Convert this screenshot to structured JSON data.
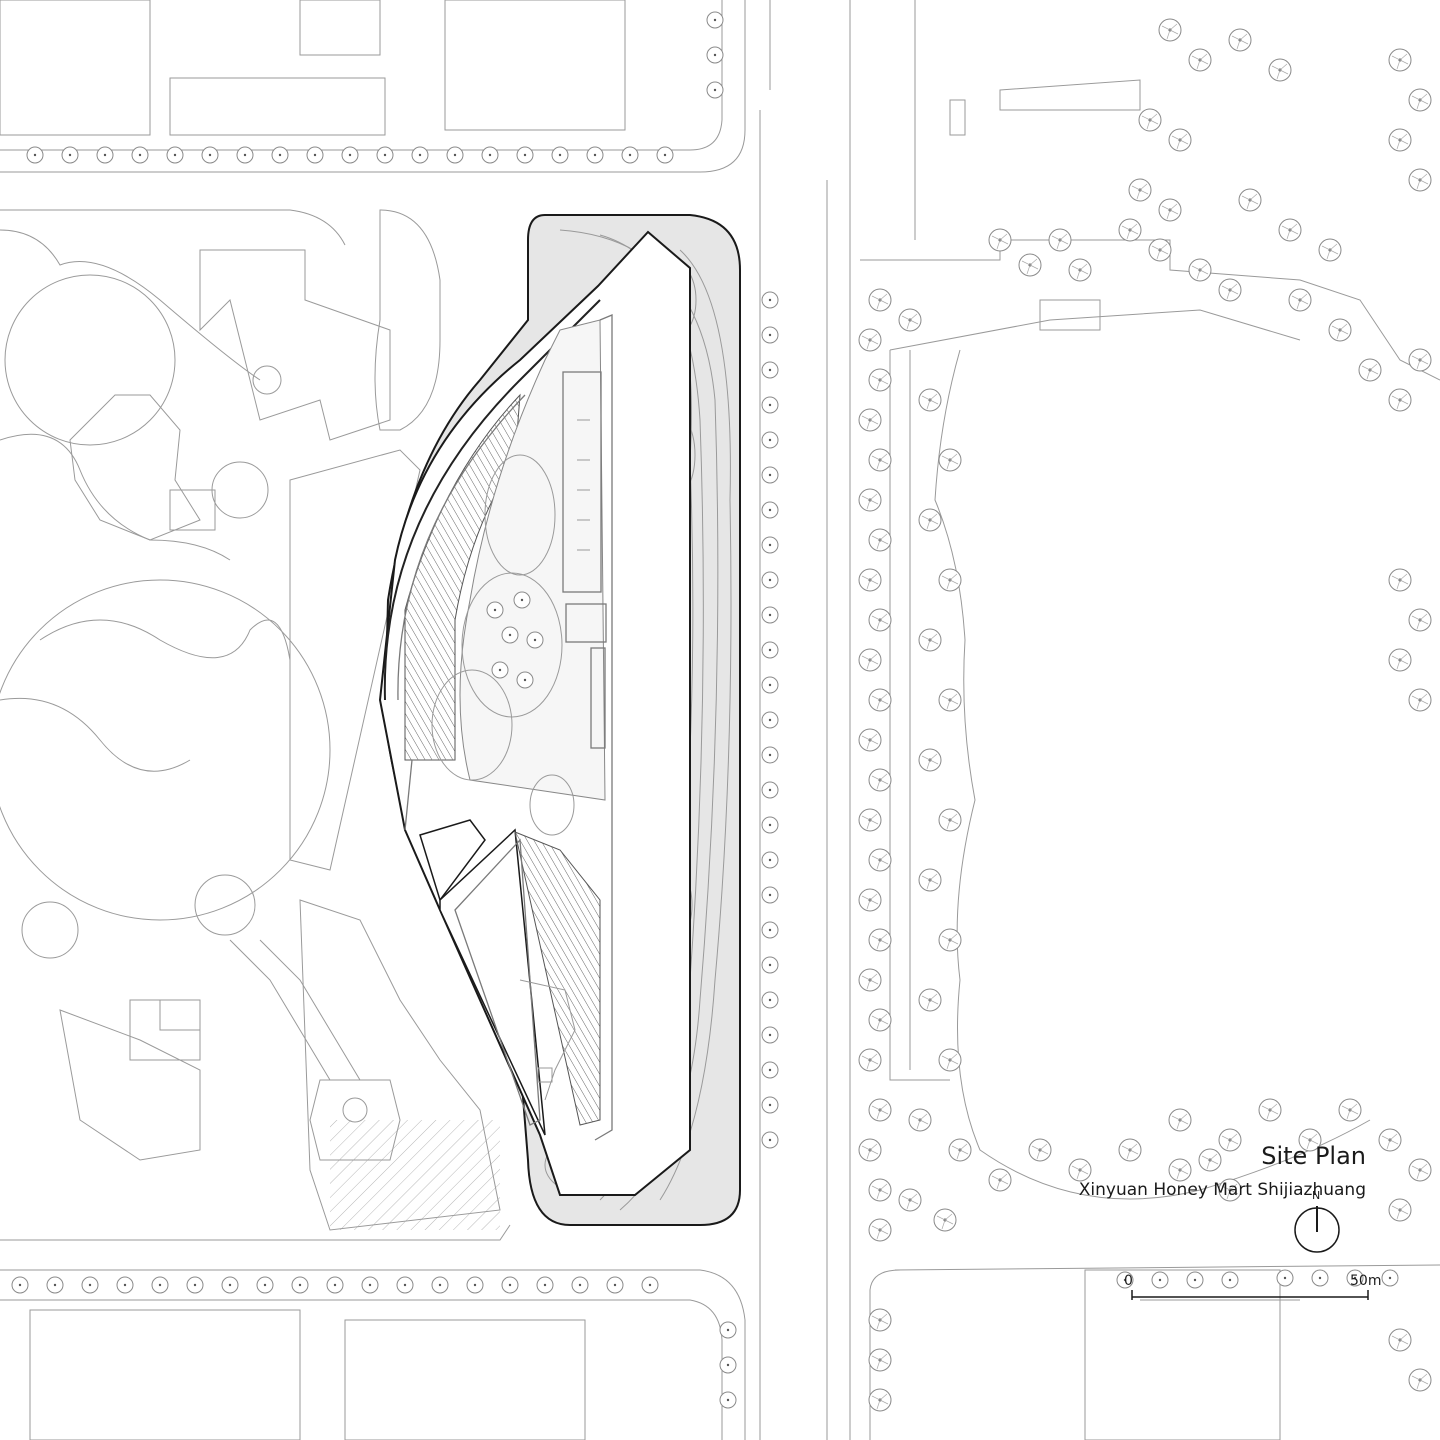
{
  "drawing": {
    "title": "Site Plan",
    "subtitle": "Xinyuan Honey Mart Shijiazhuang"
  },
  "scale_bar": {
    "start_label": "0",
    "end_label": "50m"
  },
  "north_arrow": {
    "letter": "N"
  },
  "colors": {
    "background": "#ffffff",
    "site_fill": "#e6e6e6",
    "line": "#9a9a9a",
    "outline": "#222222"
  }
}
